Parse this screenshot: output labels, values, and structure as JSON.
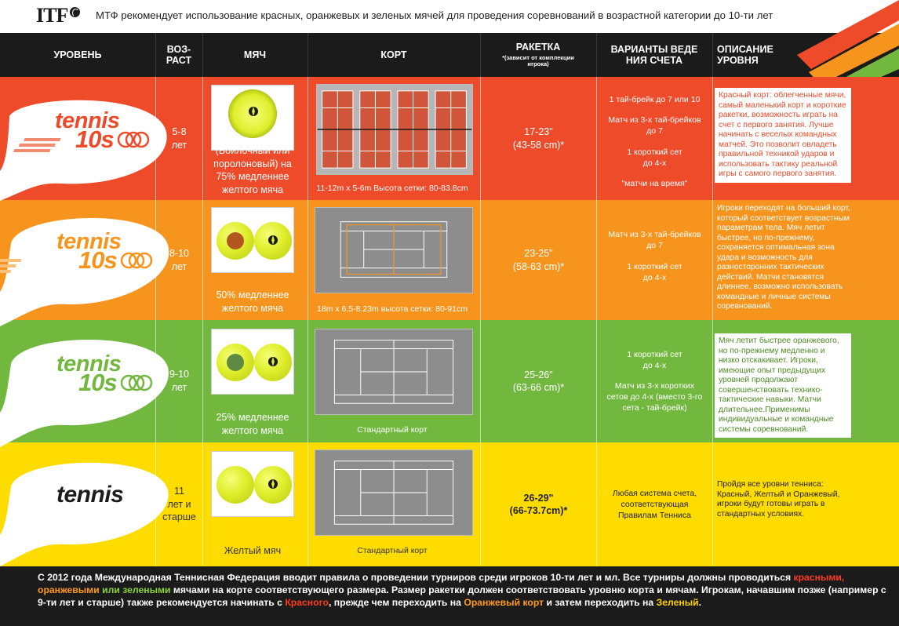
{
  "top": {
    "logo": "ITF",
    "title": "МТФ рекомендует использование красных, оранжевых и зеленых мячей для проведения соревнований в возрастной категории до 10-ти лет"
  },
  "header": {
    "level": "УРОВЕНЬ",
    "age": "ВОЗ-\nРАСТ",
    "ball": "МЯЧ",
    "court": "КОРТ",
    "racket": "РАКЕТКА",
    "racket_sub": "*(зависит от комплекции\nигрока)",
    "scoring": "ВАРИАНТЫ ВЕДЕ\nНИЯ СЧЕТА",
    "description": "ОПИСАНИЕ\nУРОВНЯ"
  },
  "colors": {
    "red": "#ee4b2b",
    "orange": "#f7941d",
    "green": "#72b83f",
    "yellow": "#ffdc00",
    "dark": "#1b1b1b"
  },
  "rows": [
    {
      "logo_word": "tennis",
      "logo_tens": "10s",
      "logo_color": "#ee4b2b",
      "age": "5-8\nлет",
      "ball_caption": "(Войлочный или\nпоролоновый) на\n75% медленнее\nжелтого мяча",
      "court_caption": "11-12m x 5-6m Высота сетки: 80-83.8cm",
      "racket": "17-23\"\n(43-58 cm)*",
      "scoring": [
        "1 тай-брейк до 7 или 10",
        "Матч из 3-х тай-брейков\nдо 7",
        "1 короткий сет\nдо 4-х",
        "\"матчи на время\""
      ],
      "description": "Красный корт: облегченные мячи, самый маленький корт и короткие ракетки, возможность играть на счет с первого занятия. Лучше начинать с веселых командных матчей. Это позволит овладеть правильной техникой ударов и использовать тактику реальной игры с самого первого занятия."
    },
    {
      "logo_word": "tennis",
      "logo_tens": "10s",
      "logo_color": "#f7941d",
      "age": "8-10\nлет",
      "ball_caption": "50% медленнее\nжелтого мяча",
      "court_caption": "18m x 6.5-8.23m высота сетки: 80-91cm",
      "racket": "23-25\"\n(58-63 cm)*",
      "scoring": [
        "Матч из 3-х тай-брейков\nдо 7",
        "1 короткий сет\nдо 4-х"
      ],
      "description": "Игроки переходят на больший корт, который соответствует возрастным параметрам тела. Мяч летит быстрее, но по-прежнему, сохраняется оптимальная зона удара и возможность для разносторонних тактических действий. Матчи становятся длиннее, возможно использовать командные и личные системы соревнований."
    },
    {
      "logo_word": "tennis",
      "logo_tens": "10s",
      "logo_color": "#72b83f",
      "age": "9-10\nлет",
      "ball_caption": "25% медленнее\nжелтого мяча",
      "court_caption": "Стандартный корт",
      "racket": "25-26\"\n(63-66 cm)*",
      "scoring": [
        "1 короткий сет\nдо 4-х",
        "Матч из 3-х коротких\nсетов до 4-х (вместо 3-го\nсета - тай-брейк)"
      ],
      "description": "Мяч летит быстрее оранжевого, но по-прежнему медленно и низко отскакивает. Игроки, имеющие опыт предыдущих уровней продолжают совершенствовать технико-тактические навыки. Матчи длительнее.Применимы индивидуальные и командные системы соревнований."
    },
    {
      "logo_word": "tennis",
      "logo_tens": "",
      "logo_color": "#1b1b1b",
      "age": "11\nлет и\nстарше",
      "ball_caption": "Желтый мяч",
      "court_caption": "Стандартный корт",
      "racket": "26-29\"\n(66-73.7cm)*",
      "scoring": [
        "Любая система счета,\nсоответствующая\nПравилам Тенниса"
      ],
      "description": "Пройдя все уровни тенниса: Красный, Желтый и Оранжевый, игроки будут готовы играть в стандартных условиях."
    }
  ],
  "footer": {
    "t1": "С 2012 года Международная Теннисная Федерация вводит правила о проведении турниров среди игроков 10-ти лет и мл. Все турниры должны проводиться ",
    "red_balls": "красными,",
    "orange_balls": "оранжевыми",
    "or": " или ",
    "green_balls": "зелеными",
    "t2": " мячами на корте соответствующего размера. Размер ракетки должен соответствовать уровню корта и мячам. Игрокам, начавшим позже (например с 9-ти лет и старше) также рекомендуется начинать с ",
    "red_word": "Красного",
    "t3": ", прежде чем переходить на ",
    "orange_court": "Оранжевый корт",
    "t4": " и затем переходить на ",
    "green_word": "Зеленый",
    "t5": "."
  }
}
